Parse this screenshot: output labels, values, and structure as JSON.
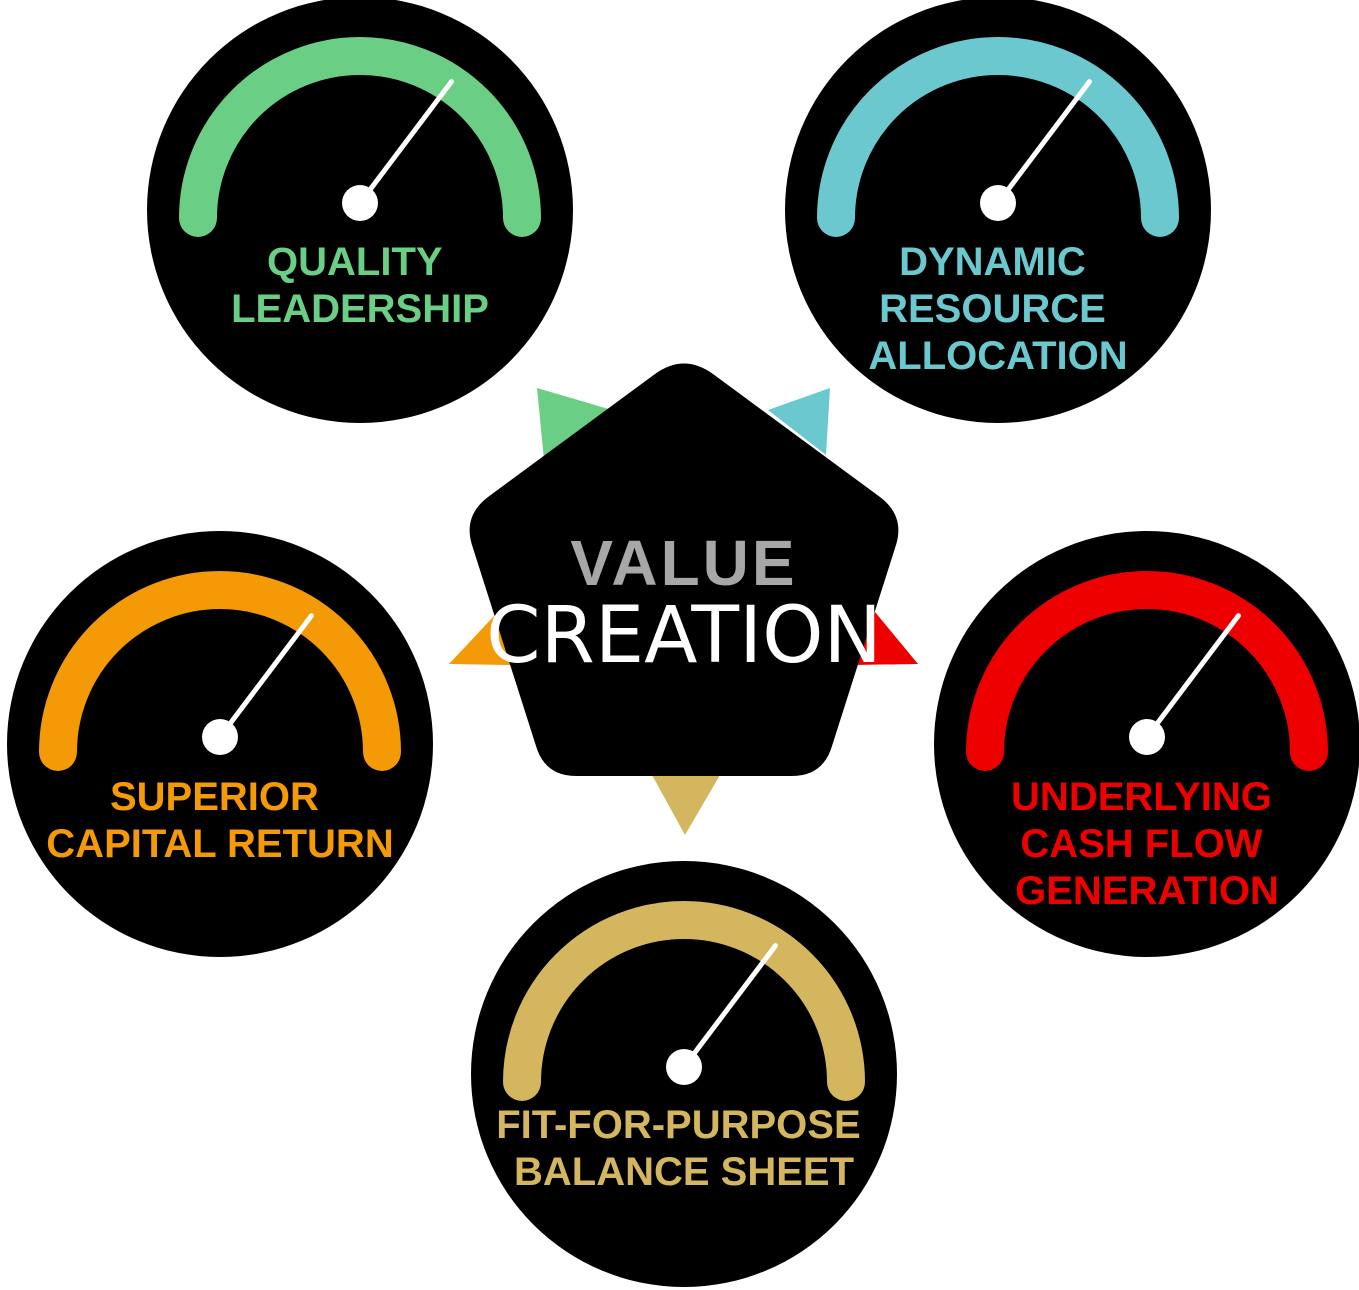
{
  "center": {
    "title_line1": "VALUE",
    "title_line2": "CREATION",
    "title_line1_color": "#a7a7a7",
    "title_line2_color": "#ffffff"
  },
  "gauges": [
    {
      "id": "quality-leadership",
      "color": "#6acf85",
      "label_lines": [
        "QUALITY",
        "LEADERSHIP"
      ]
    },
    {
      "id": "dynamic-resource-allocation",
      "color": "#6cc8cf",
      "label_lines": [
        "DYNAMIC",
        "RESOURCE",
        "ALLOCATION"
      ]
    },
    {
      "id": "underlying-cash-flow-generation",
      "color": "#ee0000",
      "label_lines": [
        "UNDERLYING",
        "CASH FLOW",
        "GENERATION"
      ]
    },
    {
      "id": "fit-for-purpose-balance-sheet",
      "color": "#d4b65f",
      "label_lines": [
        "FIT-FOR-PURPOSE",
        "BALANCE SHEET"
      ]
    },
    {
      "id": "superior-capital-return",
      "color": "#f39a06",
      "label_lines": [
        "SUPERIOR",
        "CAPITAL RETURN"
      ]
    }
  ]
}
